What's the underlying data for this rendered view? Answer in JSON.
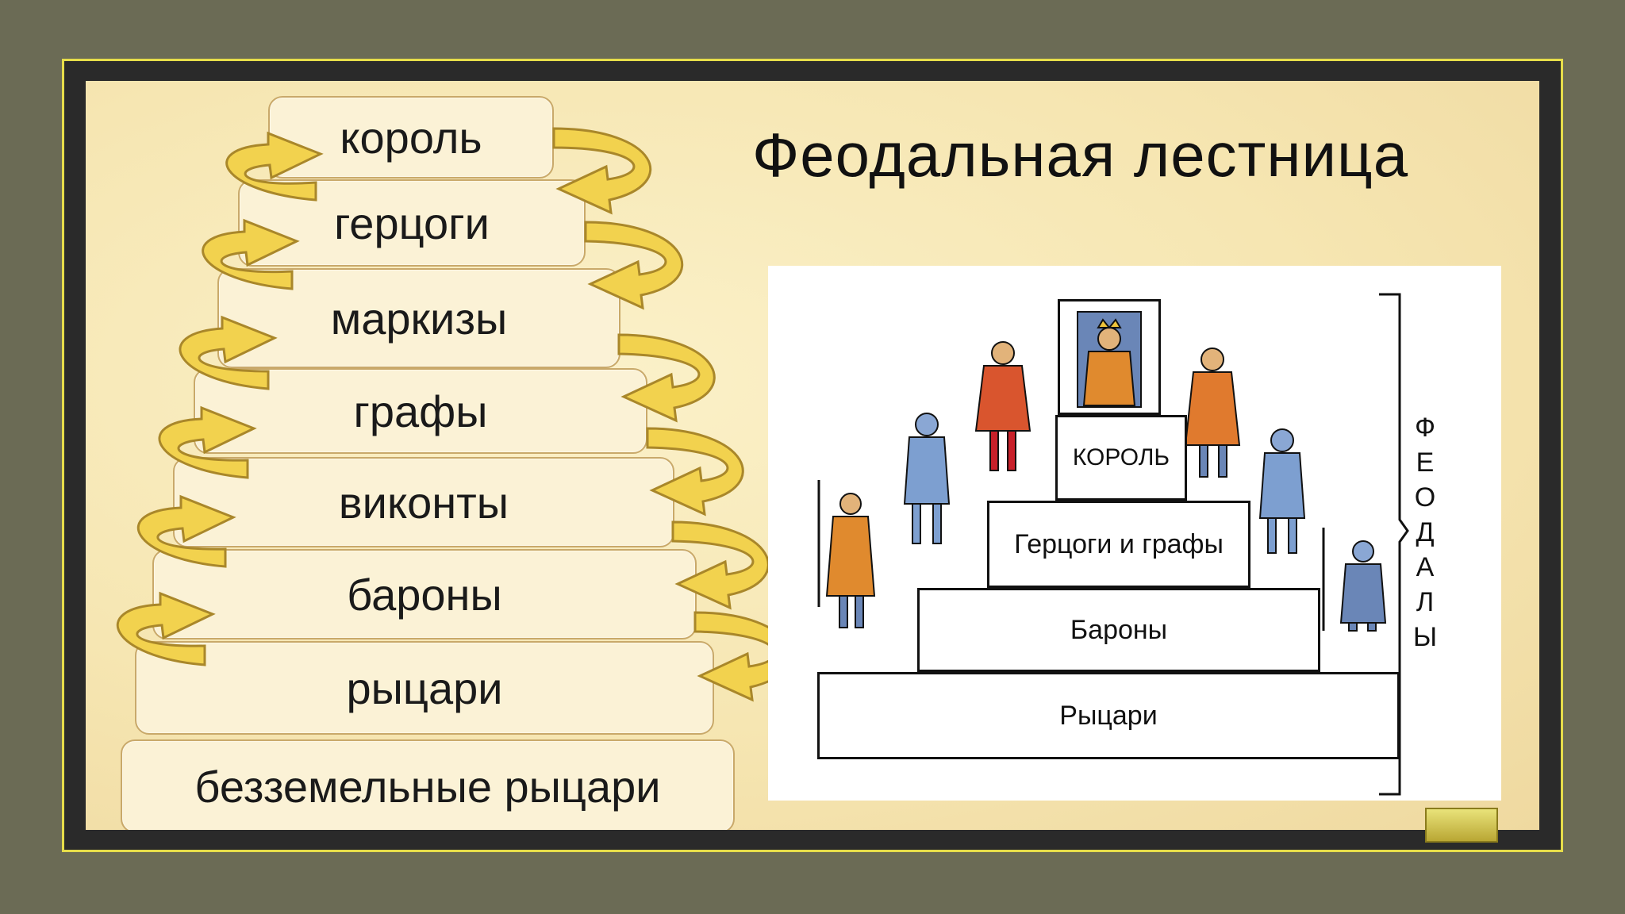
{
  "title": "Феодальная лестница",
  "ladder": [
    "король",
    "герцоги",
    "маркизы",
    "графы",
    "виконты",
    "бароны",
    "рыцари",
    "безземельные рыцари"
  ],
  "pyramid": {
    "steps": [
      "КОРОЛЬ",
      "Герцоги и графы",
      "Бароны",
      "Рыцари"
    ],
    "side_label": [
      "Ф",
      "Е",
      "О",
      "Д",
      "А",
      "Л",
      "Ы"
    ]
  },
  "colors": {
    "arrow": "#f2d24e",
    "arrow_outline": "#a9872a",
    "slide": "#f6e6b2"
  }
}
